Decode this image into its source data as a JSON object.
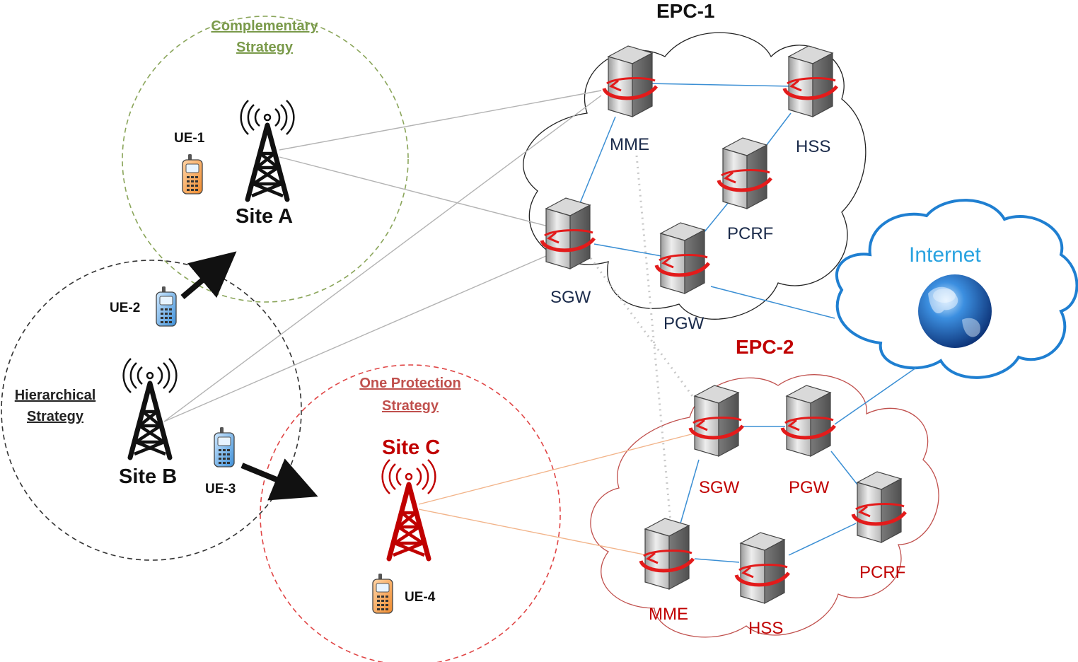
{
  "epc1": {
    "title": "EPC-1",
    "nodes": {
      "mme": "MME",
      "hss": "HSS",
      "pcrf": "PCRF",
      "sgw": "SGW",
      "pgw": "PGW"
    }
  },
  "epc2": {
    "title": "EPC-2",
    "nodes": {
      "sgw": "SGW",
      "pgw": "PGW",
      "pcrf": "PCRF",
      "mme": "MME",
      "hss": "HSS"
    }
  },
  "internet": {
    "label": "Internet"
  },
  "sites": {
    "a": "Site A",
    "b": "Site B",
    "c": "Site C"
  },
  "ues": {
    "ue1": "UE-1",
    "ue2": "UE-2",
    "ue3": "UE-3",
    "ue4": "UE-4"
  },
  "strategies": {
    "complementary": [
      "Complementary",
      "Strategy"
    ],
    "hierarchical": [
      "Hierarchical",
      "Strategy"
    ],
    "one_protection": [
      "One Protection",
      "Strategy"
    ]
  },
  "colors": {
    "complementary": "#7a9a4a",
    "hierarchical": "#222222",
    "one_protection": "#c0504d",
    "epc2": "#c00000",
    "internet": "#1f7fd1",
    "core_link": "#3b8fd4",
    "access_link_gray": "#b0b0b0",
    "access_link_orange": "#f2b48a"
  }
}
